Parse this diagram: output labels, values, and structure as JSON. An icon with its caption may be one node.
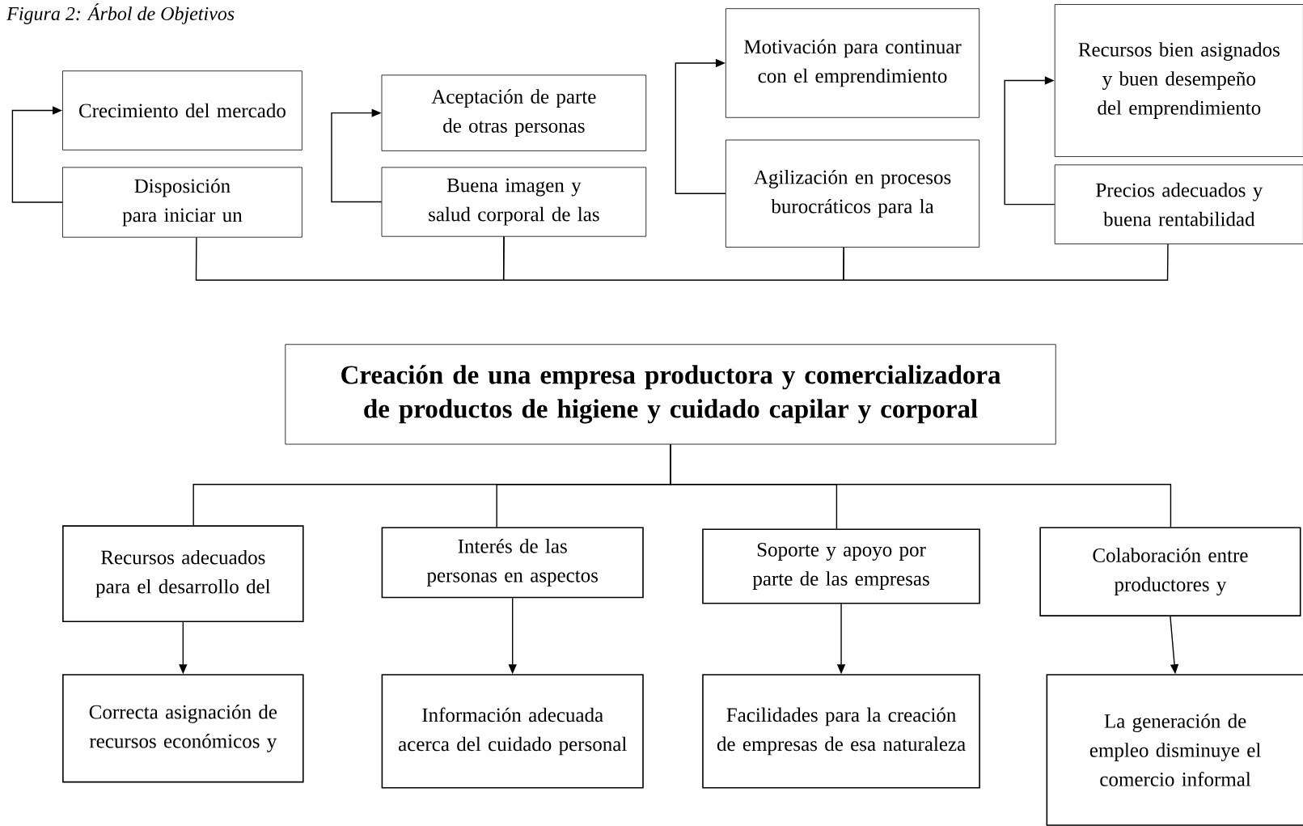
{
  "diagram": {
    "title": "Figura 2: Árbol de Objetivos",
    "nodes": [
      {
        "text": [
          "Crecimiento del mercado"
        ]
      },
      {
        "text": [
          "Disposición para iniciar un"
        ]
      },
      {
        "text": [
          "Aceptación de parte de otras personas"
        ]
      },
      {
        "text": [
          "Buena imagen y salud corporal de las"
        ]
      },
      {
        "text": [
          "Motivación para continuar con el emprendimiento"
        ]
      },
      {
        "text": [
          "Agilización en procesos burocráticos para la"
        ]
      },
      {
        "text": [
          "Recursos bien asignados y buen desempeño del emprendimiento"
        ]
      },
      {
        "text": [
          "Precios adecuados y buena rentabilidad"
        ]
      },
      {
        "text": [
          "Creación de una empresa productora y comercializadora de productos de higiene y cuidado capilar y corporal"
        ]
      },
      {
        "text": [
          "Recursos adecuados para el desarrollo del"
        ]
      },
      {
        "text": [
          "Interés de las personas en aspectos"
        ]
      },
      {
        "text": [
          "Soporte y apoyo por parte de las empresas"
        ]
      },
      {
        "text": [
          "Colaboración entre productores y"
        ]
      },
      {
        "text": [
          "Correcta asignación de recursos económicos y"
        ]
      },
      {
        "text": [
          "Información adecuada acerca del cuidado personal"
        ]
      },
      {
        "text": [
          "Facilidades para la creación de empresas de esa naturaleza"
        ]
      },
      {
        "text": [
          "La generación de empleo disminuye el comercio informal"
        ]
      }
    ],
    "edges": [
      {
        "from": 1,
        "to": 0,
        "arrow": "to"
      },
      {
        "from": 3,
        "to": 2,
        "arrow": "to"
      },
      {
        "from": 5,
        "to": 4,
        "arrow": "to"
      },
      {
        "from": 7,
        "to": 6,
        "arrow": "to"
      },
      {
        "from": 1,
        "to": 3,
        "arrow": "none"
      },
      {
        "from": 3,
        "to": 5,
        "arrow": "none"
      },
      {
        "from": 5,
        "to": 7,
        "arrow": "none"
      },
      {
        "from": 8,
        "to": 9,
        "arrow": "none"
      },
      {
        "from": 8,
        "to": 10,
        "arrow": "none"
      },
      {
        "from": 8,
        "to": 11,
        "arrow": "none"
      },
      {
        "from": 8,
        "to": 12,
        "arrow": "none"
      },
      {
        "from": 9,
        "to": 13,
        "arrow": "to"
      },
      {
        "from": 10,
        "to": 14,
        "arrow": "to"
      },
      {
        "from": 11,
        "to": 15,
        "arrow": "to"
      },
      {
        "from": 12,
        "to": 16,
        "arrow": "to"
      }
    ]
  }
}
